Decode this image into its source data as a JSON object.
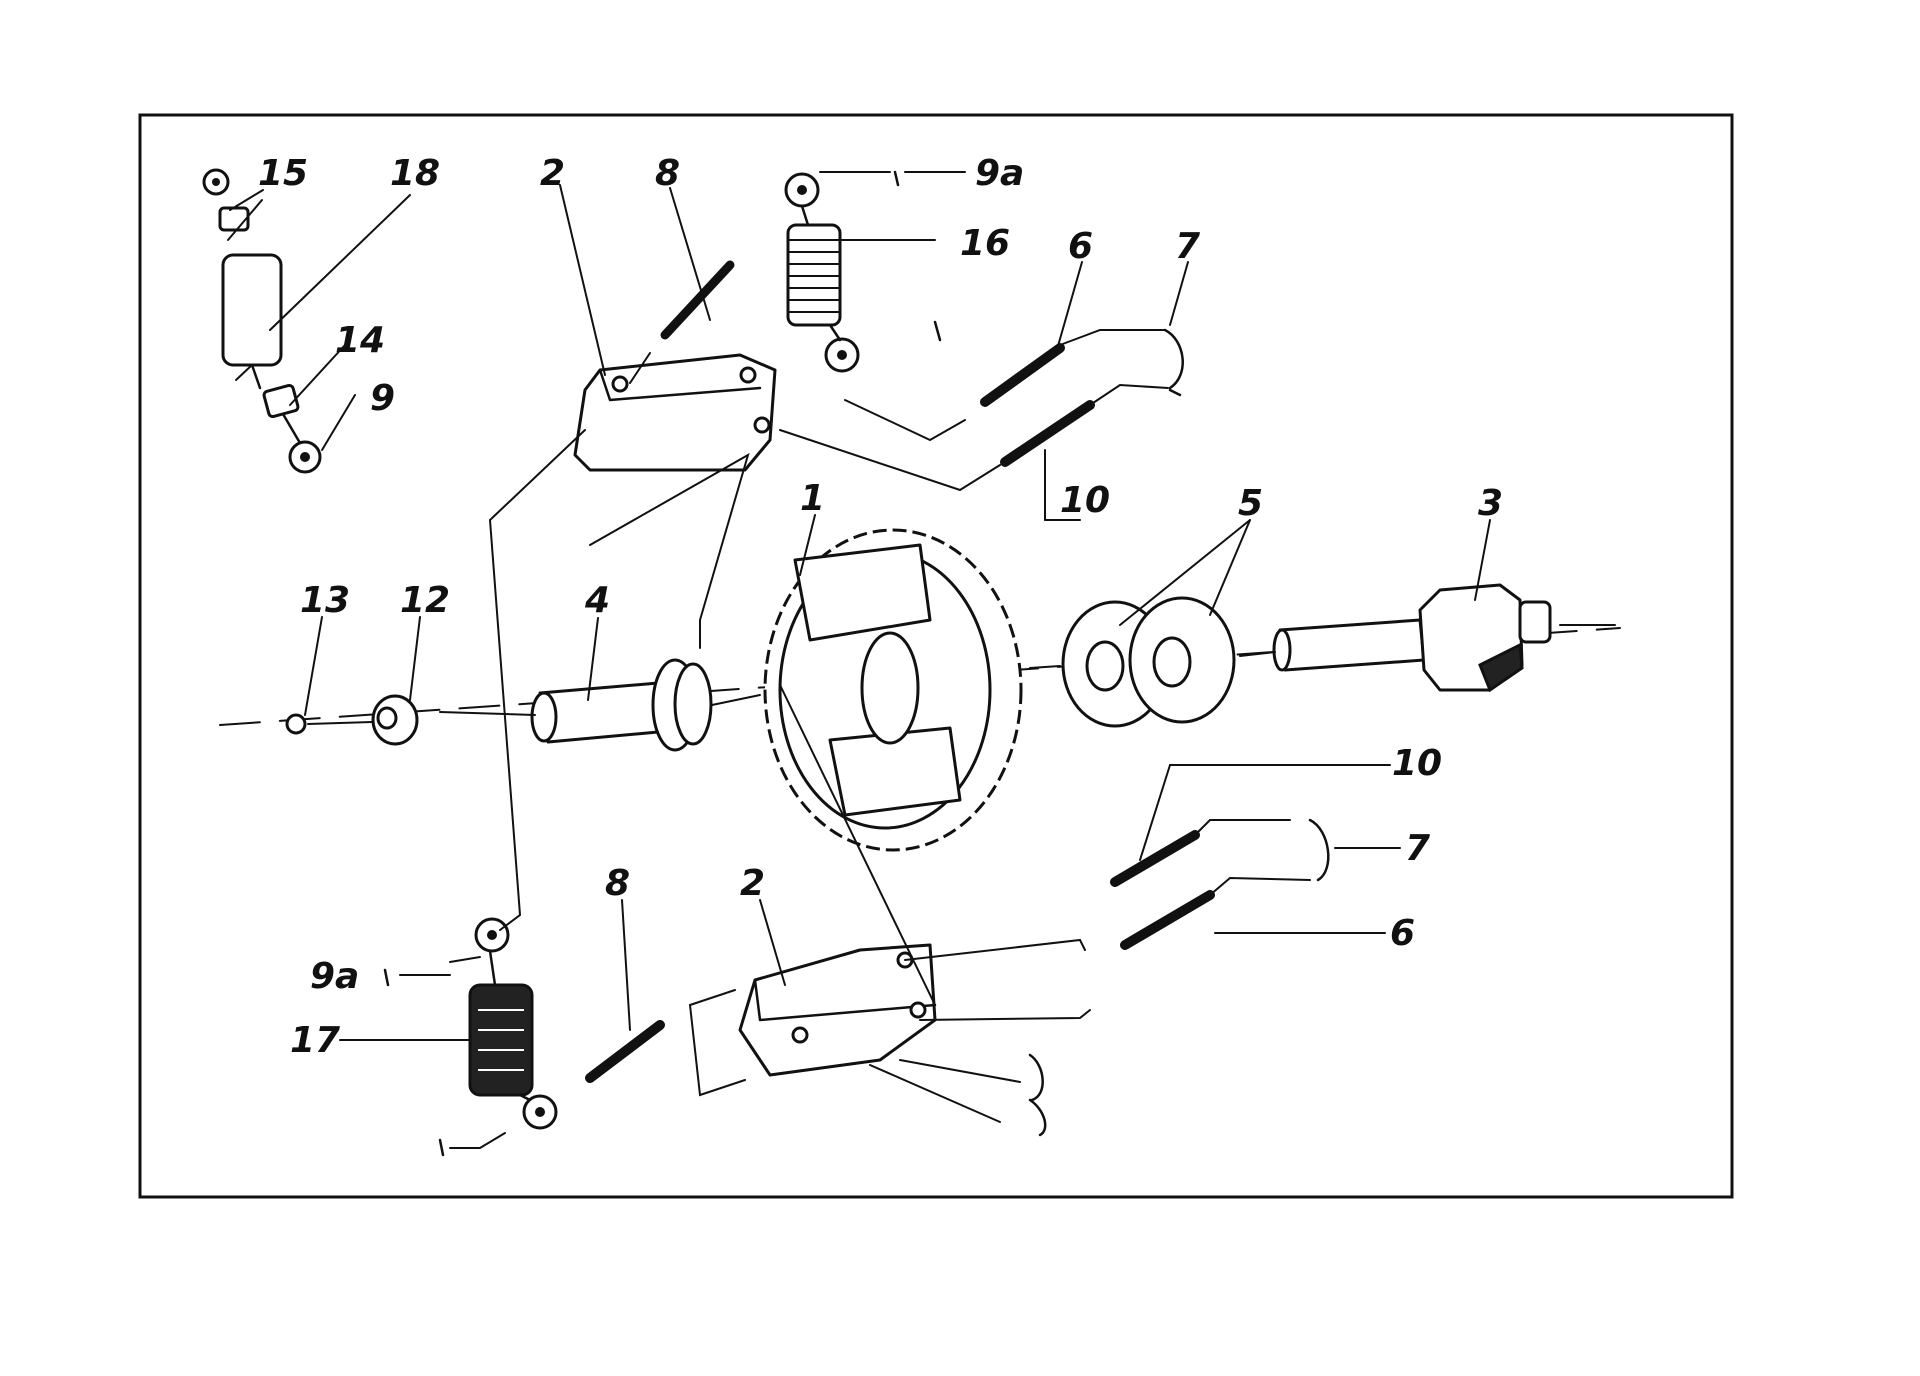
{
  "diagram": {
    "labels": {
      "l1": "1",
      "l2a": "2",
      "l2b": "2",
      "l3": "3",
      "l4": "4",
      "l5": "5",
      "l6a": "6",
      "l6b": "6",
      "l7a": "7",
      "l7b": "7",
      "l8a": "8",
      "l8b": "8",
      "l9": "9",
      "l9a_top": "9a",
      "l9a_bot": "9a",
      "l10a": "10",
      "l10b": "10",
      "l12": "12",
      "l13": "13",
      "l14": "14",
      "l15": "15",
      "l16": "16",
      "l17": "17",
      "l18": "18"
    }
  }
}
